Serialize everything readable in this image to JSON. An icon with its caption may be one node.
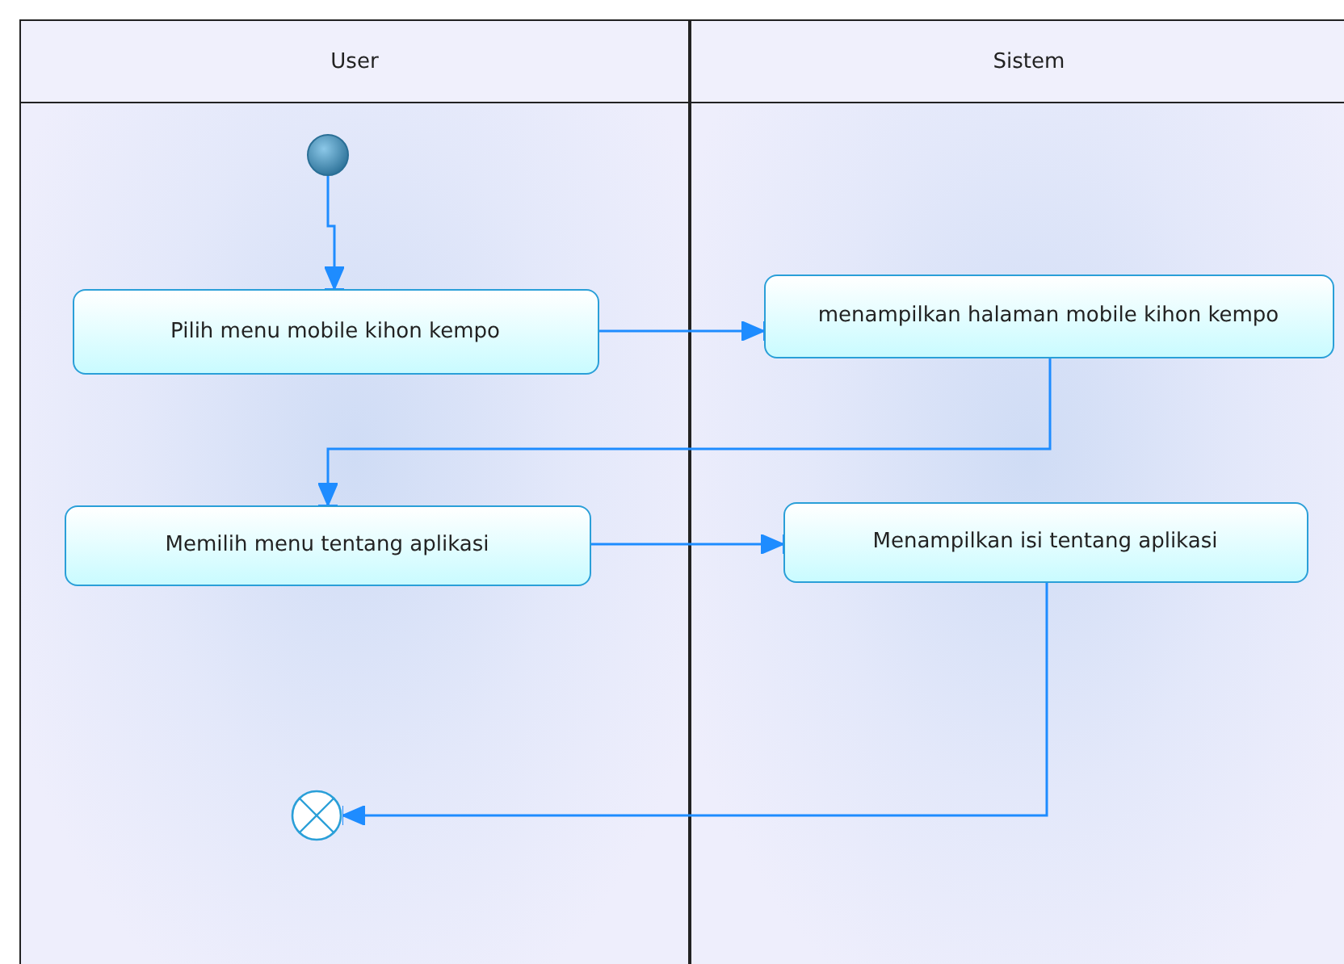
{
  "diagram": {
    "nodes": [
      {
        "text": [
          "User"
        ]
      },
      {
        "text": [
          "Sistem"
        ]
      },
      {
        "text": [],
        "shape": "circle",
        "in": 0
      },
      {
        "text": [
          "Pilih menu mobile kihon kempo"
        ],
        "in": 0
      },
      {
        "text": [
          "menampilkan halaman mobile kihon kempo"
        ],
        "in": 1
      },
      {
        "text": [
          "Memilih menu tentang aplikasi"
        ],
        "in": 0
      },
      {
        "text": [
          "Menampilkan isi tentang aplikasi"
        ],
        "in": 1
      },
      {
        "text": [],
        "shape": "circle",
        "in": 0
      }
    ],
    "edges": [
      {
        "from": 2,
        "to": 3,
        "arrow": "to"
      },
      {
        "from": 3,
        "to": 4,
        "arrow": "to"
      },
      {
        "from": 4,
        "to": 5,
        "arrow": "to"
      },
      {
        "from": 5,
        "to": 6,
        "arrow": "to"
      },
      {
        "from": 6,
        "to": 7,
        "arrow": "to"
      }
    ]
  }
}
